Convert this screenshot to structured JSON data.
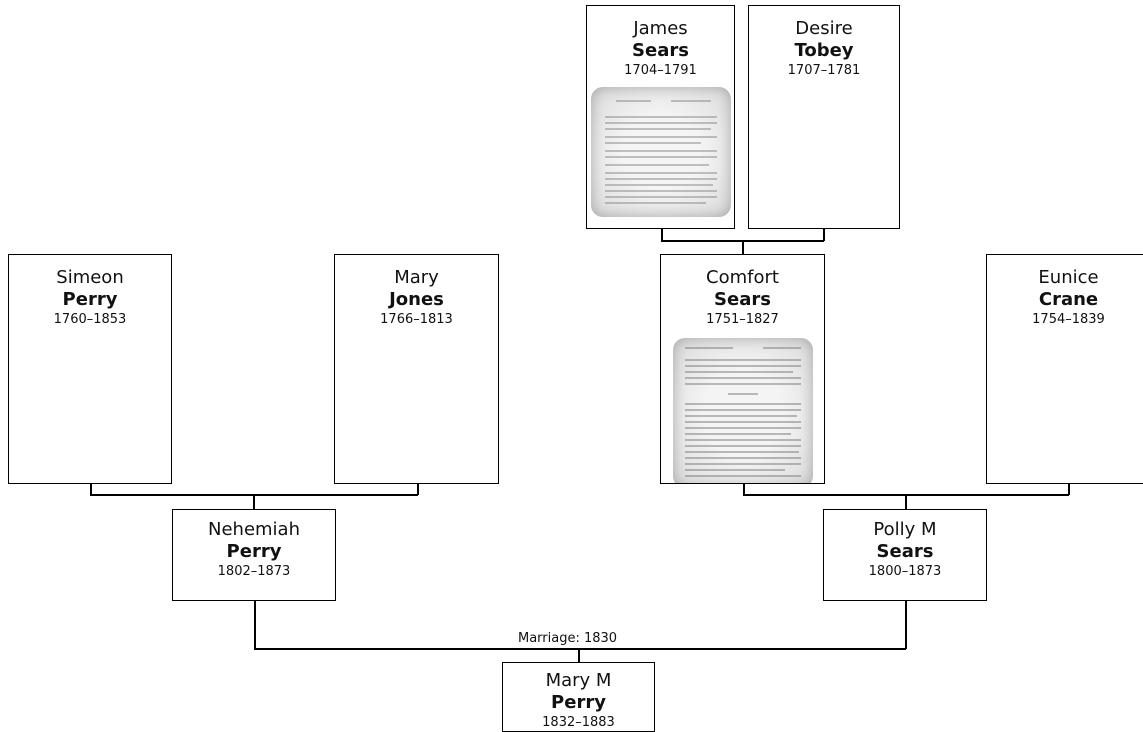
{
  "people": {
    "james": {
      "given": "James",
      "surname": "Sears",
      "dates": "1704–1791"
    },
    "desire": {
      "given": "Desire",
      "surname": "Tobey",
      "dates": "1707–1781"
    },
    "simeon": {
      "given": "Simeon",
      "surname": "Perry",
      "dates": "1760–1853"
    },
    "mary": {
      "given": "Mary",
      "surname": "Jones",
      "dates": "1766–1813"
    },
    "comfort": {
      "given": "Comfort",
      "surname": "Sears",
      "dates": "1751–1827"
    },
    "eunice": {
      "given": "Eunice",
      "surname": "Crane",
      "dates": "1754–1839"
    },
    "nehemiah": {
      "given": "Nehemiah",
      "surname": "Perry",
      "dates": "1802–1873"
    },
    "polly": {
      "given": "Polly M",
      "surname": "Sears",
      "dates": "1800–1873"
    },
    "marym": {
      "given": "Mary M",
      "surname": "Perry",
      "dates": "1832–1883"
    }
  },
  "marriage_label": "Marriage: 1830"
}
